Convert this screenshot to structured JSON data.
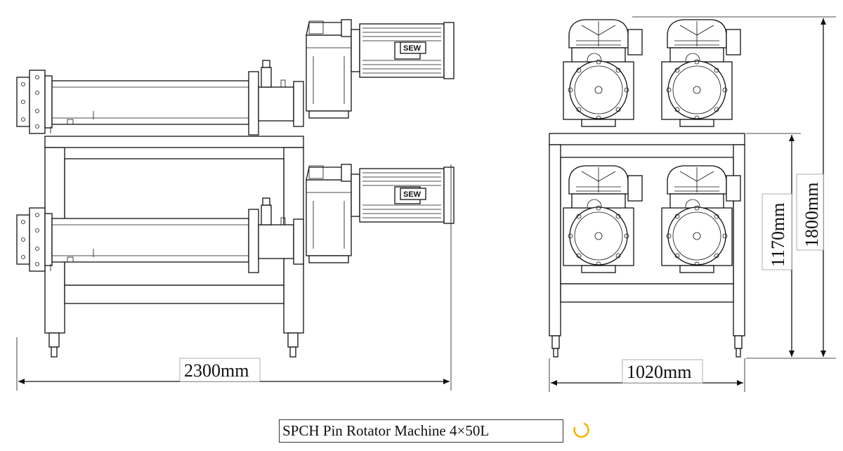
{
  "caption": "SPCH Pin Rotator Machine 4×50L",
  "dimensions": {
    "side_width": "2300mm",
    "front_width": "1020mm",
    "frame_height": "1170mm",
    "total_height": "1800mm"
  },
  "motor_brand": "SEW",
  "colors": {
    "line": "#111111",
    "background": "#ffffff",
    "spinner": "#f2b705"
  },
  "icons": {
    "loading": "spinner-icon"
  }
}
